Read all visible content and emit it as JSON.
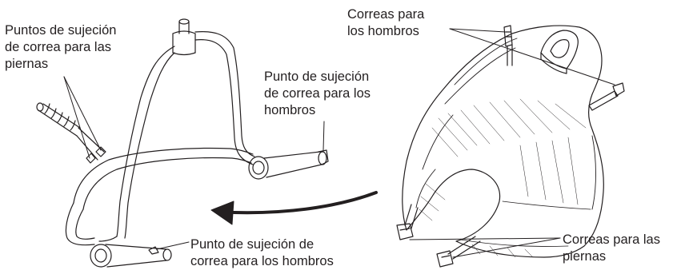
{
  "labels": {
    "leg_points": "Puntos de sujeción\nde correa para las\npiernas",
    "shoulder_point_top": "Punto de sujeción\nde correa para los\nhombros",
    "shoulder_point_bottom": "Punto de sujeción de\ncorrea para los hombros",
    "shoulder_straps": "Correas para\nlos hombros",
    "leg_straps": "Correas para las\npiernas"
  },
  "colors": {
    "line": "#231f20",
    "text": "#231f20",
    "background": "#ffffff"
  }
}
